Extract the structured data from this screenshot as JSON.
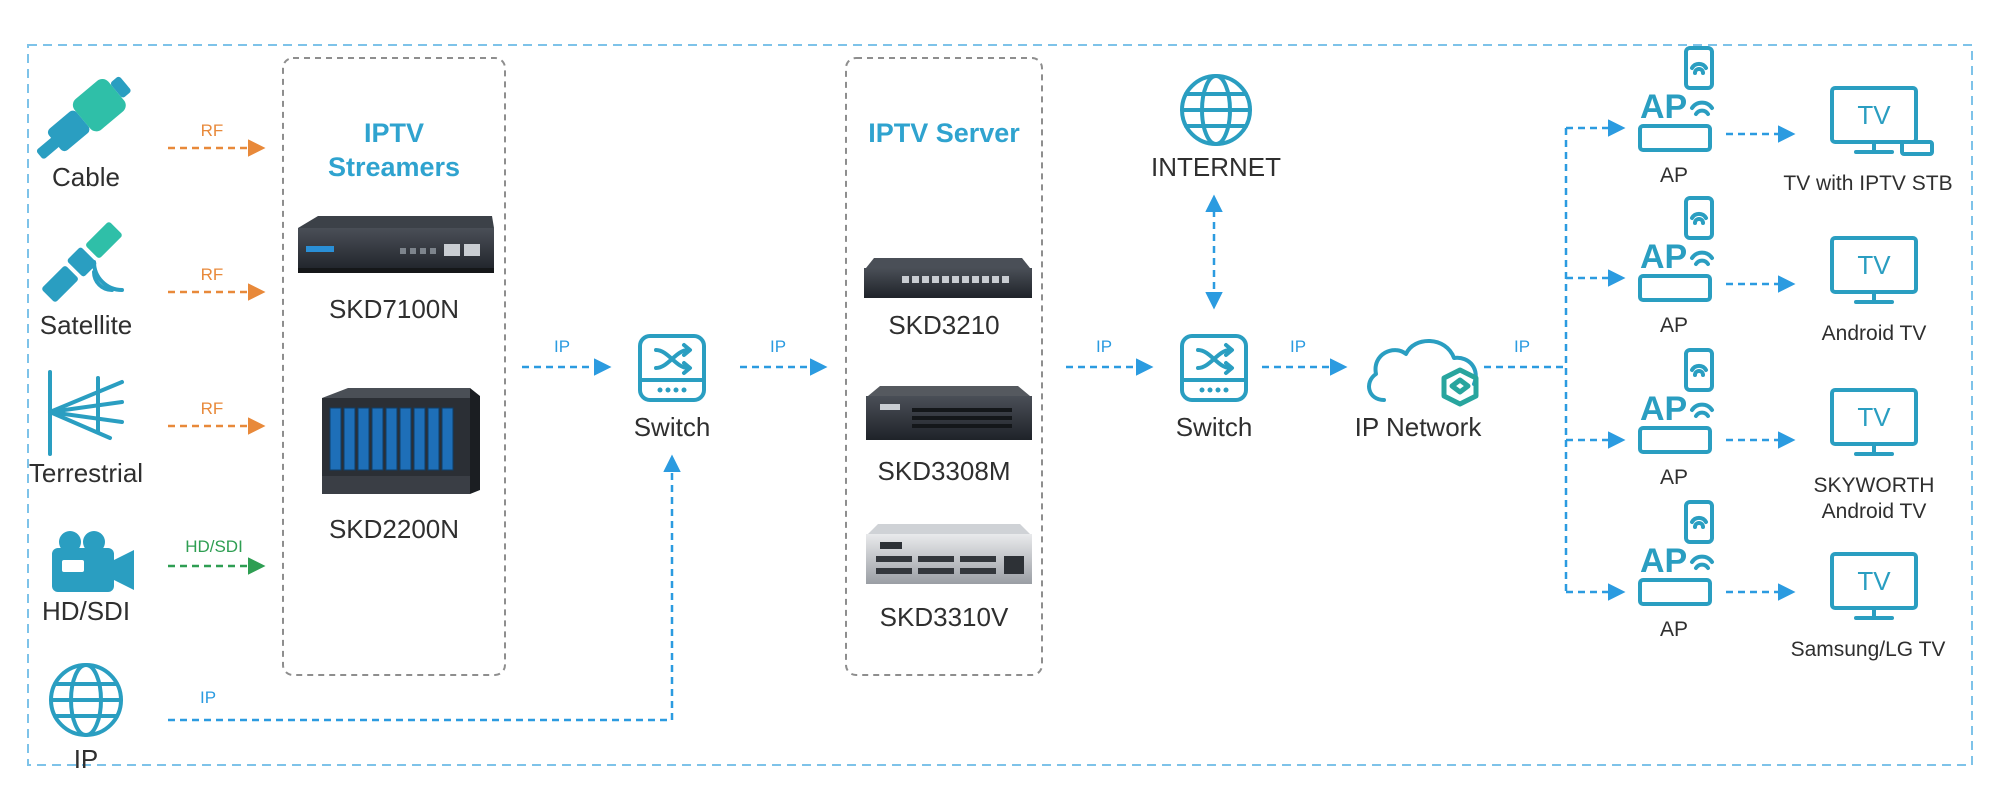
{
  "colors": {
    "blue": "#2b9be0",
    "orange": "#e8893a",
    "green": "#2e9e52",
    "icon": "#2a9ec1",
    "title": "#2fa3cf",
    "border": "#7ec3e9"
  },
  "sources": {
    "cable": "Cable",
    "satellite": "Satellite",
    "terrestrial": "Terrestrial",
    "hdsdi": "HD/SDI",
    "ip": "IP"
  },
  "edge_labels": {
    "rf1": "RF",
    "rf2": "RF",
    "rf3": "RF",
    "hdsdi": "HD/SDI",
    "ip_source": "IP",
    "ip1": "IP",
    "ip2": "IP",
    "ip3": "IP",
    "ip4": "IP",
    "ip5": "IP"
  },
  "streamers": {
    "title_line1": "IPTV",
    "title_line2": "Streamers",
    "model1": "SKD7100N",
    "model2": "SKD2200N"
  },
  "server": {
    "title": "IPTV Server",
    "model1": "SKD3210",
    "model2": "SKD3308M",
    "model3": "SKD3310V"
  },
  "switch1": "Switch",
  "switch2": "Switch",
  "internet": "INTERNET",
  "ip_network": "IP Network",
  "ap": {
    "glyph": "AP",
    "labels": [
      "AP",
      "AP",
      "AP",
      "AP"
    ]
  },
  "tvs": {
    "glyph": "TV",
    "tv1": "TV with IPTV STB",
    "tv2": "Android TV",
    "tv3_line1": "SKYWORTH",
    "tv3_line2": "Android TV",
    "tv4": "Samsung/LG TV"
  }
}
